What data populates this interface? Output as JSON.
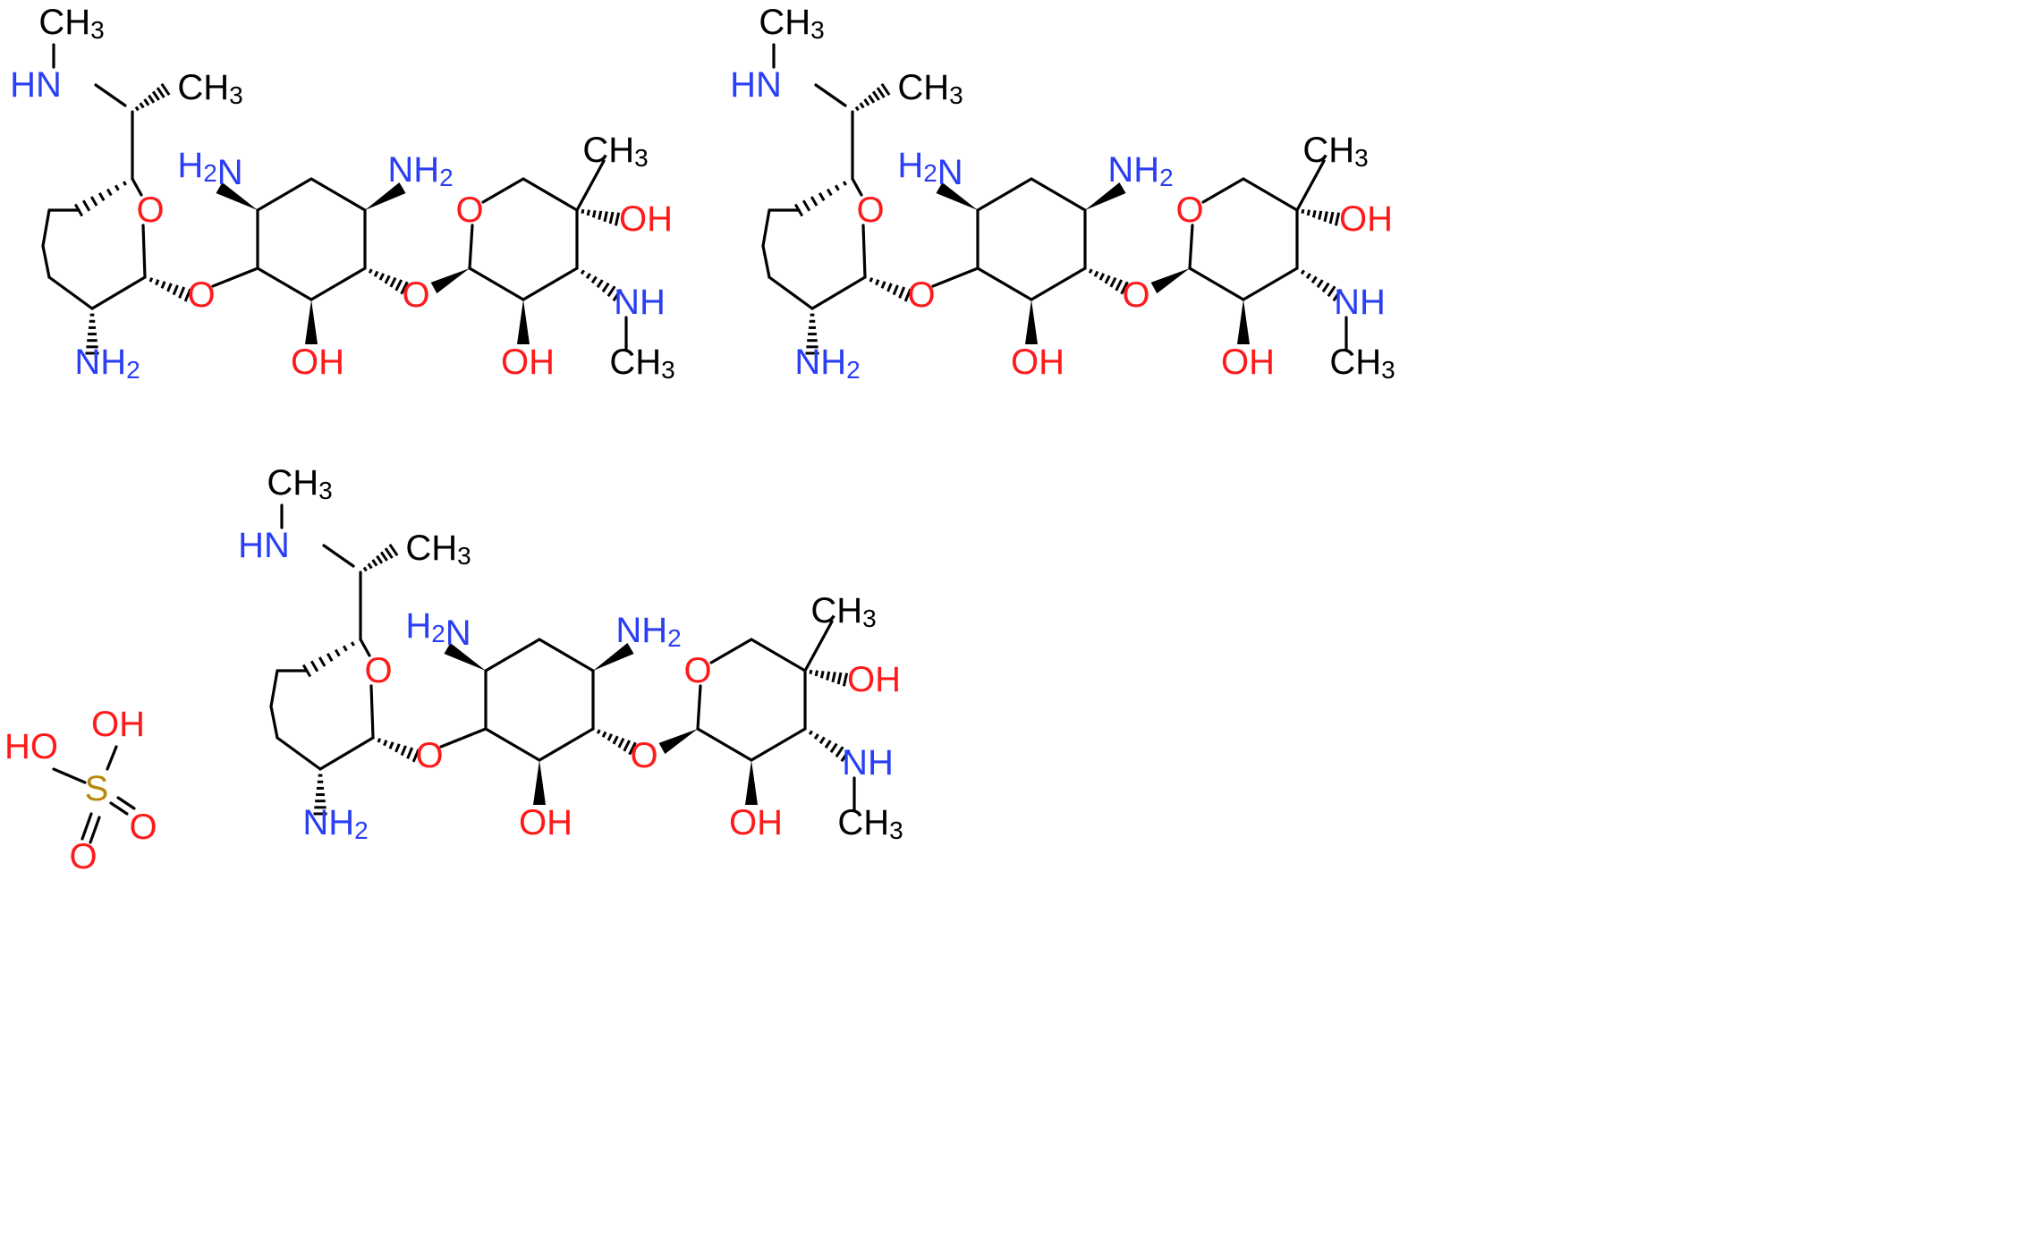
{
  "colors": {
    "bond": "#000000",
    "nitrogen": "#2a3ff5",
    "oxygen": "#ff1a1a",
    "sulfur": "#b8860b"
  },
  "diagram": {
    "molecules": [
      {
        "labels": {
          "nme_ch3": "CH3",
          "nh_side": "HN",
          "ch3_side": "CH3",
          "o_ring1": "O",
          "nh2_ring1": "NH2",
          "o_link1": "O",
          "nh2_a": "H2N",
          "nh2_b": "NH2",
          "oh_mid": "OH",
          "o_link2": "O",
          "o_ring3": "O",
          "ch3_ring3": "CH3",
          "oh_ring3a": "OH",
          "nh_ring3": "NH",
          "ch3_ring3n": "CH3",
          "oh_ring3b": "OH"
        }
      },
      {
        "labels": {
          "nme_ch3": "CH3",
          "nh_side": "HN",
          "ch3_side": "CH3",
          "o_ring1": "O",
          "nh2_ring1": "NH2",
          "o_link1": "O",
          "nh2_a": "H2N",
          "nh2_b": "NH2",
          "oh_mid": "OH",
          "o_link2": "O",
          "o_ring3": "O",
          "ch3_ring3": "CH3",
          "oh_ring3a": "OH",
          "nh_ring3": "NH",
          "ch3_ring3n": "CH3",
          "oh_ring3b": "OH"
        }
      },
      {
        "labels": {
          "nme_ch3": "CH3",
          "nh_side": "HN",
          "ch3_side": "CH3",
          "o_ring1": "O",
          "nh2_ring1": "NH2",
          "o_link1": "O",
          "nh2_a": "H2N",
          "nh2_b": "NH2",
          "oh_mid": "OH",
          "o_link2": "O",
          "o_ring3": "O",
          "ch3_ring3": "CH3",
          "oh_ring3a": "OH",
          "nh_ring3": "NH",
          "ch3_ring3n": "CH3",
          "oh_ring3b": "OH"
        }
      }
    ],
    "sulfuric_acid": {
      "oh_top": "OH",
      "oh_left": "HO",
      "s": "S",
      "o_right": "O",
      "o_bottom": "O"
    }
  }
}
